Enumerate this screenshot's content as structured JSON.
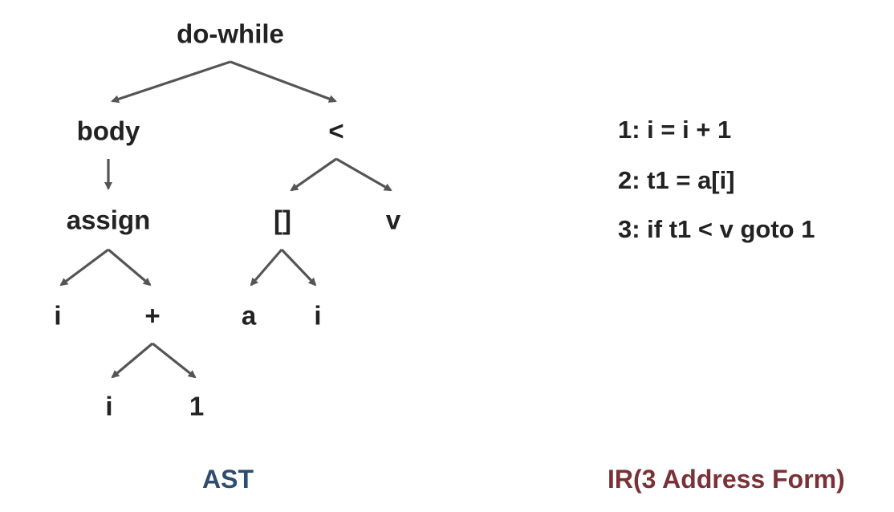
{
  "colors": {
    "text": "#222222",
    "edge": "#555555",
    "ast_caption": "#2e4d70",
    "ir_caption": "#7a3238"
  },
  "ast": {
    "caption": "AST",
    "nodes": [
      {
        "id": "do-while",
        "label": "do-while"
      },
      {
        "id": "body",
        "label": "body"
      },
      {
        "id": "lt",
        "label": "<"
      },
      {
        "id": "assign",
        "label": "assign"
      },
      {
        "id": "index",
        "label": "[]"
      },
      {
        "id": "v",
        "label": "v"
      },
      {
        "id": "assign-i",
        "label": "i"
      },
      {
        "id": "plus",
        "label": "+"
      },
      {
        "id": "a",
        "label": "a"
      },
      {
        "id": "index-i",
        "label": "i"
      },
      {
        "id": "plus-i",
        "label": "i"
      },
      {
        "id": "one",
        "label": "1"
      }
    ],
    "edges": [
      {
        "from": "do-while",
        "to": "body"
      },
      {
        "from": "do-while",
        "to": "lt"
      },
      {
        "from": "body",
        "to": "assign"
      },
      {
        "from": "lt",
        "to": "index"
      },
      {
        "from": "lt",
        "to": "v"
      },
      {
        "from": "assign",
        "to": "assign-i"
      },
      {
        "from": "assign",
        "to": "plus"
      },
      {
        "from": "index",
        "to": "a"
      },
      {
        "from": "index",
        "to": "index-i"
      },
      {
        "from": "plus",
        "to": "plus-i"
      },
      {
        "from": "plus",
        "to": "one"
      }
    ]
  },
  "ir": {
    "caption": "IR(3 Address Form)",
    "lines": [
      "1: i = i + 1",
      "2: t1 = a[i]",
      "3: if t1 < v goto 1"
    ]
  }
}
